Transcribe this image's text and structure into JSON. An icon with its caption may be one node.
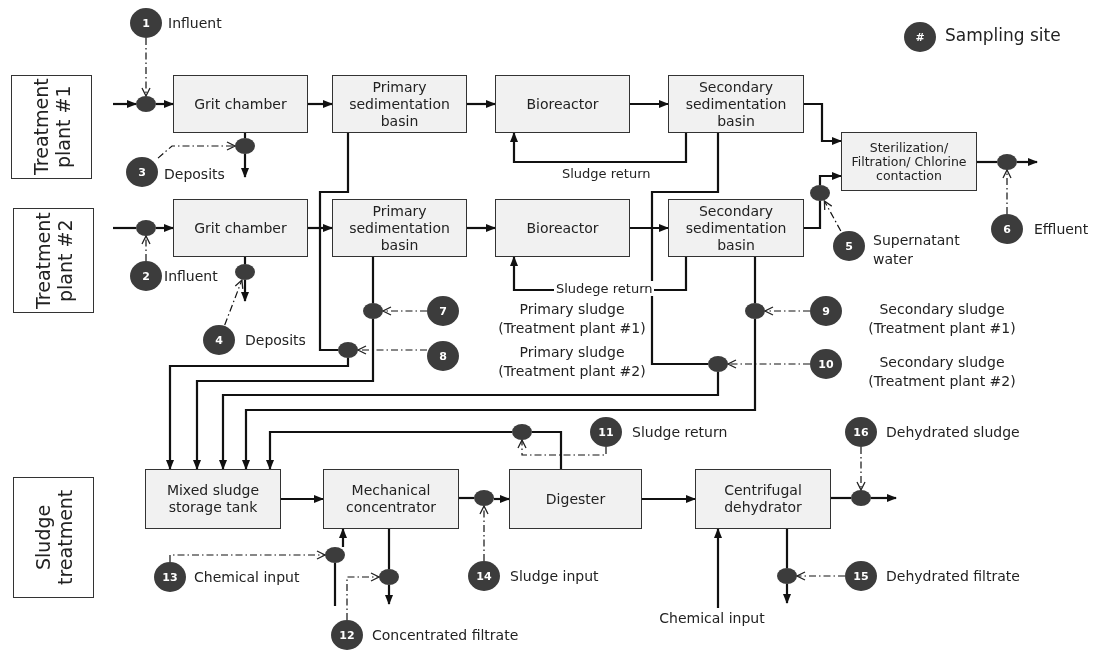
{
  "diagram": {
    "nodes": [
      {
        "text": [
          "1"
        ],
        "beside": [
          "Influent"
        ]
      },
      {
        "text": [
          "Treatment plant #1"
        ]
      },
      {
        "text": [],
        "shape": "circle"
      },
      {
        "text": [
          "Grit chamber"
        ]
      },
      {
        "text": [
          "Primary sedimentation basin"
        ]
      },
      {
        "text": [
          "Bioreactor"
        ]
      },
      {
        "text": [
          "Secondary sedimentation basin"
        ]
      },
      {
        "text": [
          "Sterilization/ Filtration/ Chlorine contaction"
        ]
      },
      {
        "text": [],
        "shape": "circle"
      },
      {
        "text": [
          "3"
        ],
        "beside": [
          "Deposits"
        ]
      },
      {
        "text": [],
        "shape": "circle"
      },
      {
        "text": [
          "6"
        ],
        "beside": [
          "Effluent"
        ]
      },
      {
        "text": [],
        "shape": "circle"
      },
      {
        "text": [
          "5"
        ],
        "beside": [
          "Supernatant water"
        ]
      },
      {
        "text": [
          "Treatment plant #2"
        ]
      },
      {
        "text": [],
        "shape": "circle"
      },
      {
        "text": [
          "2"
        ],
        "beside": [
          "Influent"
        ]
      },
      {
        "text": [
          "Grit chamber"
        ]
      },
      {
        "text": [
          "Primary sedimentation basin"
        ]
      },
      {
        "text": [
          "Bioreactor"
        ]
      },
      {
        "text": [
          "Secondary sedimentation basin"
        ]
      },
      {
        "text": [],
        "shape": "circle"
      },
      {
        "text": [
          "4"
        ],
        "beside": [
          "Deposits"
        ]
      },
      {
        "text": [],
        "shape": "circle"
      },
      {
        "text": [
          "7"
        ],
        "beside": [
          "Primary sludge (Treatment plant #1)"
        ]
      },
      {
        "text": [],
        "shape": "circle"
      },
      {
        "text": [
          "8"
        ],
        "beside": [
          "Primary sludge (Treatment plant #2)"
        ]
      },
      {
        "text": [],
        "shape": "circle"
      },
      {
        "text": [
          "9"
        ],
        "beside": [
          "Secondary sludge (Treatment plant #1)"
        ]
      },
      {
        "text": [],
        "shape": "circle"
      },
      {
        "text": [
          "10"
        ],
        "beside": [
          "Secondary sludge (Treatment plant #2)"
        ]
      },
      {
        "text": [],
        "shape": "circle"
      },
      {
        "text": [
          "11"
        ],
        "beside": [
          "Sludge return"
        ]
      },
      {
        "text": [
          "16"
        ],
        "beside": [
          "Dehydrated sludge"
        ]
      },
      {
        "text": [
          "Sludge treatment"
        ]
      },
      {
        "text": [
          "Mixed sludge storage tank"
        ]
      },
      {
        "text": [
          "Mechanical concentrator"
        ]
      },
      {
        "text": [],
        "shape": "circle"
      },
      {
        "text": [
          "Digester"
        ]
      },
      {
        "text": [
          "Centrifugal dehydrator"
        ]
      },
      {
        "text": [],
        "shape": "circle"
      },
      {
        "text": [],
        "shape": "circle"
      },
      {
        "text": [
          "13"
        ],
        "beside": [
          "Chemical input"
        ]
      },
      {
        "text": [],
        "shape": "circle"
      },
      {
        "text": [
          "14"
        ],
        "beside": [
          "Sludge input"
        ]
      },
      {
        "text": [],
        "shape": "circle"
      },
      {
        "text": [
          "15"
        ],
        "beside": [
          "Dehydrated filtrate"
        ]
      },
      {
        "text": [
          "12"
        ],
        "beside": [
          "Concentrated filtrate"
        ]
      },
      {
        "text": [
          "Chemical input"
        ]
      }
    ],
    "edges": [
      {
        "from": null,
        "to": 2,
        "arrow": "to"
      },
      {
        "from": 2,
        "to": 3,
        "arrow": "to"
      },
      {
        "from": 3,
        "to": 4,
        "arrow": "to"
      },
      {
        "from": 4,
        "to": 5,
        "arrow": "to"
      },
      {
        "from": 5,
        "to": 6,
        "arrow": "to"
      },
      {
        "from": 6,
        "to": 7,
        "arrow": "to"
      },
      {
        "from": 6,
        "to": 5,
        "label": "Sludge return",
        "arrow": "to"
      },
      {
        "from": 3,
        "to": 8,
        "arrow": "none"
      },
      {
        "from": 8,
        "to": null,
        "arrow": "to"
      },
      {
        "from": 7,
        "to": 10,
        "arrow": "none"
      },
      {
        "from": 10,
        "to": null,
        "arrow": "to"
      },
      {
        "from": 0,
        "to": 2,
        "arrow": "to",
        "style": "dashed"
      },
      {
        "from": 9,
        "to": 8,
        "arrow": "to",
        "style": "dashed"
      },
      {
        "from": 11,
        "to": 10,
        "arrow": "to",
        "style": "dashed"
      },
      {
        "from": 20,
        "to": 12,
        "arrow": "none"
      },
      {
        "from": 12,
        "to": 7,
        "arrow": "to"
      },
      {
        "from": 13,
        "to": 12,
        "arrow": "to",
        "style": "dashed"
      },
      {
        "from": null,
        "to": 15,
        "arrow": "none"
      },
      {
        "from": 15,
        "to": 17,
        "arrow": "to"
      },
      {
        "from": 17,
        "to": 18,
        "arrow": "to"
      },
      {
        "from": 18,
        "to": 19,
        "arrow": "to"
      },
      {
        "from": 19,
        "to": 20,
        "arrow": "to"
      },
      {
        "from": 20,
        "to": 19,
        "label": "Sludege return",
        "arrow": "to"
      },
      {
        "from": 17,
        "to": 21,
        "arrow": "none"
      },
      {
        "from": 21,
        "to": null,
        "arrow": "to"
      },
      {
        "from": 16,
        "to": 15,
        "arrow": "to",
        "style": "dashed"
      },
      {
        "from": 22,
        "to": 21,
        "arrow": "to",
        "style": "dashed"
      },
      {
        "from": 4,
        "to": 25,
        "arrow": "none"
      },
      {
        "from": 25,
        "to": 35,
        "arrow": "to"
      },
      {
        "from": 18,
        "to": 23,
        "arrow": "none"
      },
      {
        "from": 23,
        "to": 35,
        "arrow": "to"
      },
      {
        "from": 6,
        "to": 29,
        "arrow": "none"
      },
      {
        "from": 29,
        "to": 35,
        "arrow": "to"
      },
      {
        "from": 20,
        "to": 27,
        "arrow": "none"
      },
      {
        "from": 27,
        "to": 35,
        "arrow": "to"
      },
      {
        "from": 24,
        "to": 23,
        "arrow": "to",
        "style": "dashed"
      },
      {
        "from": 26,
        "to": 25,
        "arrow": "to",
        "style": "dashed"
      },
      {
        "from": 28,
        "to": 27,
        "arrow": "to",
        "style": "dashed"
      },
      {
        "from": 30,
        "to": 29,
        "arrow": "to",
        "style": "dashed"
      },
      {
        "from": 38,
        "to": 31,
        "arrow": "none"
      },
      {
        "from": 31,
        "to": 35,
        "arrow": "to"
      },
      {
        "from": 32,
        "to": 31,
        "arrow": "to",
        "style": "dashed"
      },
      {
        "from": 35,
        "to": 36,
        "arrow": "to"
      },
      {
        "from": 36,
        "to": 37,
        "arrow": "none"
      },
      {
        "from": 37,
        "to": 38,
        "arrow": "to"
      },
      {
        "from": 38,
        "to": 39,
        "arrow": "to"
      },
      {
        "from": 39,
        "to": 40,
        "arrow": "none"
      },
      {
        "from": 40,
        "to": null,
        "arrow": "to"
      },
      {
        "from": 33,
        "to": 40,
        "arrow": "to",
        "style": "dashed"
      },
      {
        "from": null,
        "to": 41,
        "arrow": "none"
      },
      {
        "from": 41,
        "to": 36,
        "arrow": "to"
      },
      {
        "from": 42,
        "to": 41,
        "arrow": "to",
        "style": "dashed"
      },
      {
        "from": 36,
        "to": 43,
        "arrow": "none"
      },
      {
        "from": 43,
        "to": null,
        "arrow": "to"
      },
      {
        "from": 47,
        "to": 43,
        "arrow": "to",
        "style": "dashed"
      },
      {
        "from": 44,
        "to": 37,
        "arrow": "to",
        "style": "dashed"
      },
      {
        "from": 48,
        "to": 39,
        "arrow": "to"
      },
      {
        "from": 39,
        "to": 45,
        "arrow": "none"
      },
      {
        "from": 45,
        "to": null,
        "arrow": "to"
      },
      {
        "from": 46,
        "to": 45,
        "arrow": "to",
        "style": "dashed"
      }
    ],
    "labels": [
      "#"
    ],
    "legend": [
      {
        "text": "Sampling site"
      }
    ]
  }
}
